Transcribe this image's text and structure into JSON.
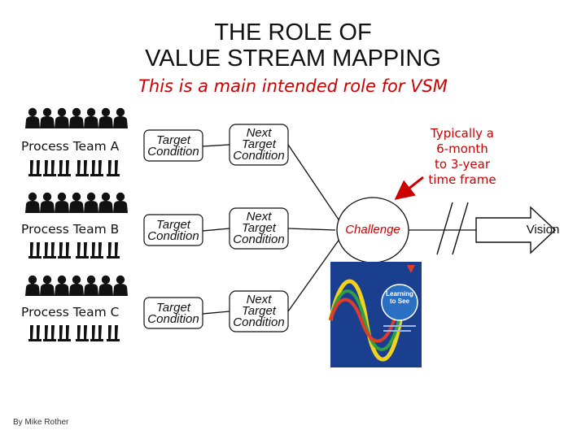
{
  "title": {
    "line1": "THE ROLE OF",
    "line2": "VALUE STREAM MAPPING"
  },
  "subtitle": "This is a main intended role for VSM",
  "teams": [
    {
      "label": "Process Team A",
      "target": [
        "Target",
        "Condition"
      ],
      "next": [
        "Next",
        "Target",
        "Condition"
      ]
    },
    {
      "label": "Process Team B",
      "target": [
        "Target",
        "Condition"
      ],
      "next": [
        "Next",
        "Target",
        "Condition"
      ]
    },
    {
      "label": "Process Team C",
      "target": [
        "Target",
        "Condition"
      ],
      "next": [
        "Next",
        "Target",
        "Condition"
      ]
    }
  ],
  "note": [
    "Typically a",
    "6-month",
    "to 3-year",
    "time frame"
  ],
  "challenge": "Challenge",
  "vision": "Vision",
  "book": {
    "title": [
      "Learning",
      "to See"
    ]
  },
  "credit": "By Mike Rother",
  "colors": {
    "accent": "#cc0000",
    "ink": "#111111",
    "book_blue": "#1b3f8f",
    "book_wave_yellow": "#f2d21b",
    "book_wave_green": "#2f9e45"
  },
  "icons": [
    "people-silhouette-icon",
    "red-arrow-icon",
    "break-marks-icon",
    "vision-arrow-icon",
    "book-cover-icon"
  ]
}
